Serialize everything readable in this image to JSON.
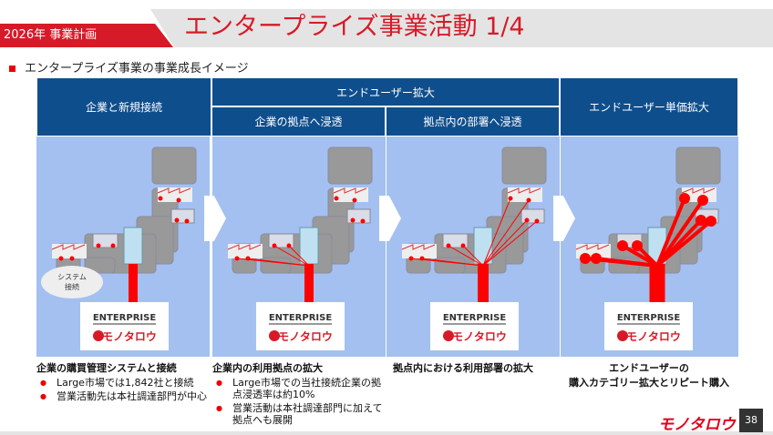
{
  "header": {
    "tag": "2026年 事業計画",
    "title": "エンタープライズ事業活動 1/4"
  },
  "subtitle": "エンタープライズ事業の事業成長イメージ",
  "columns": {
    "c1": "企業と新規接続",
    "group": "エンドユーザー拡大",
    "c2": "企業の拠点へ浸透",
    "c3": "拠点内の部署へ浸透",
    "c4": "エンドユーザー単価拡大"
  },
  "bubble": "システム\n接続",
  "logo": {
    "top": "ENTERPRISE",
    "bottom": "モノタロウ"
  },
  "captions": [
    {
      "title": "企業の購買管理システムと接続",
      "bullets": [
        "Large市場では1,842社と接続",
        "営業活動先は本社調達部門が中心"
      ]
    },
    {
      "title": "企業内の利用拠点の拡大",
      "bullets": [
        "Large市場での当社接続企業の拠点浸透率は約10%",
        "営業活動は本社調達部門に加えて拠点へも展開"
      ]
    },
    {
      "title": "拠点内における利用部署の拡大",
      "bullets": []
    },
    {
      "title": "エンドユーザーの\n購入カテゴリー拡大とリピート購入",
      "bullets": []
    }
  ],
  "footer": {
    "brand": "モノタロウ",
    "page": "38"
  },
  "colors": {
    "brand": "#d71a28",
    "header": "#0f4e8c",
    "map_bg": "#a3c0f0"
  }
}
